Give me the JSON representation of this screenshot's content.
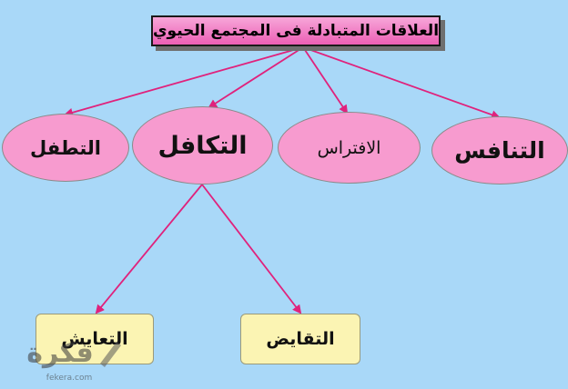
{
  "title": "العلاقات المتبادلة فى المجتمع الحيوي",
  "nodes": {
    "competition": "التنافس",
    "predation": "الافتراس",
    "symbiosis": "التكافل",
    "parasitism": "التطفل"
  },
  "subnodes": {
    "mutualism": "التقايض",
    "commensalism": "التعايش"
  },
  "watermark": {
    "text": "فكرة",
    "sub": "fekera.com"
  },
  "colors": {
    "background": "#a9d8f8",
    "arrow": "#e0227c",
    "ellipse_fill": "#f79bcf",
    "box_fill": "#fbf4b3"
  }
}
